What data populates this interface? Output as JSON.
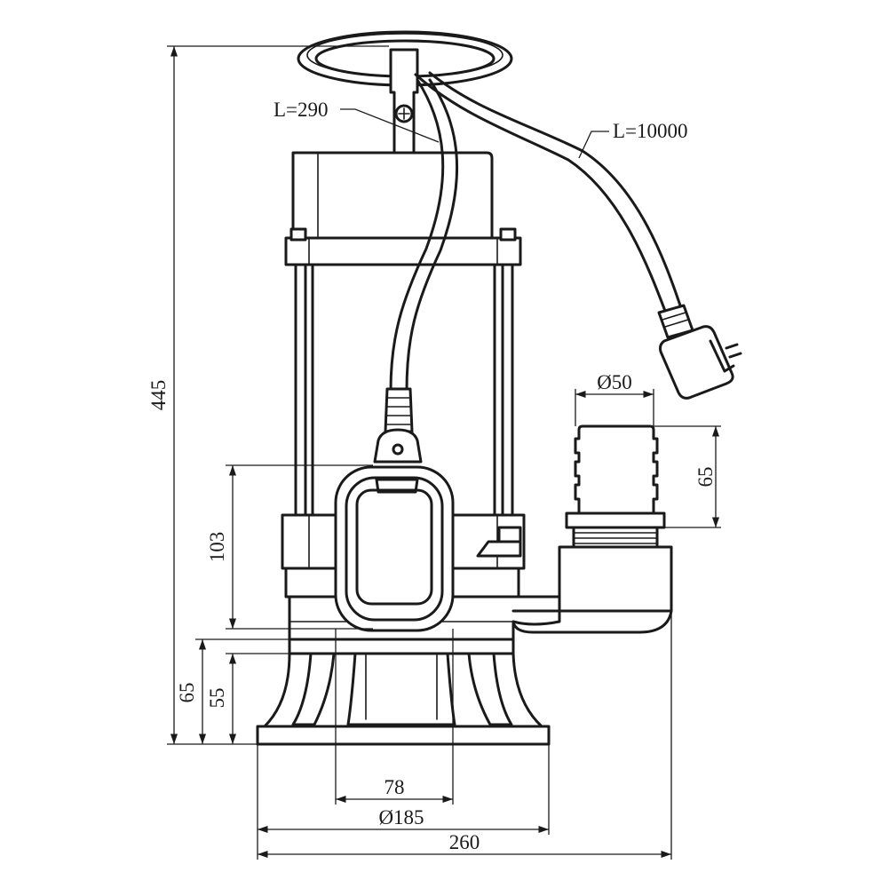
{
  "drawing": {
    "cable_float_length": "L=290",
    "cable_power_length": "L=10000",
    "overall_height": "445",
    "float_height": "103",
    "outlet_diameter": "Ø50",
    "outlet_length": "65",
    "base_height_outer": "65",
    "base_height_inner": "55",
    "inlet_width": "78",
    "base_diameter": "Ø185",
    "overall_width": "260"
  }
}
